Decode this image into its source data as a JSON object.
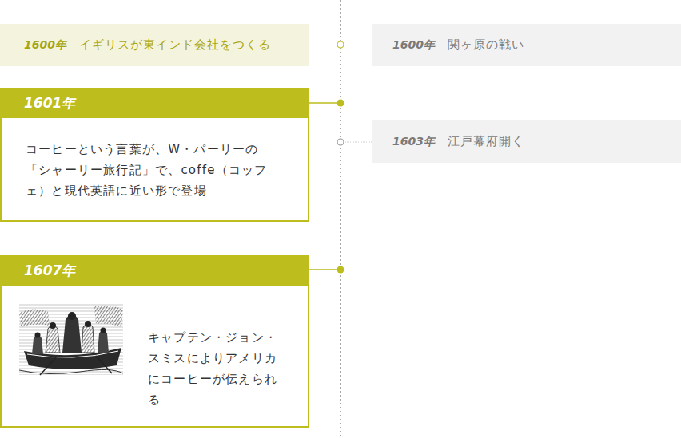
{
  "diagram": {
    "nodes": [
      {
        "text": [
          "1600年",
          "イギリスが東インド会社をつくる"
        ]
      },
      {
        "text": [
          "1600年",
          "関ヶ原の戦い"
        ]
      },
      {
        "text": [
          "1601年",
          "コーヒーという言葉が、W・パーリーの「シャーリー旅行記」で、coffe（コッフェ）と現代英語に近い形で登場"
        ]
      },
      {
        "text": [
          "1603年",
          "江戸幕府開く"
        ]
      },
      {
        "text": [
          "1607年",
          "キャプテン・ジョン・スミスによりアメリカにコーヒーが伝えられる"
        ]
      }
    ],
    "edges": [
      {
        "from": 0,
        "to": 1,
        "arrow": "none"
      }
    ]
  }
}
